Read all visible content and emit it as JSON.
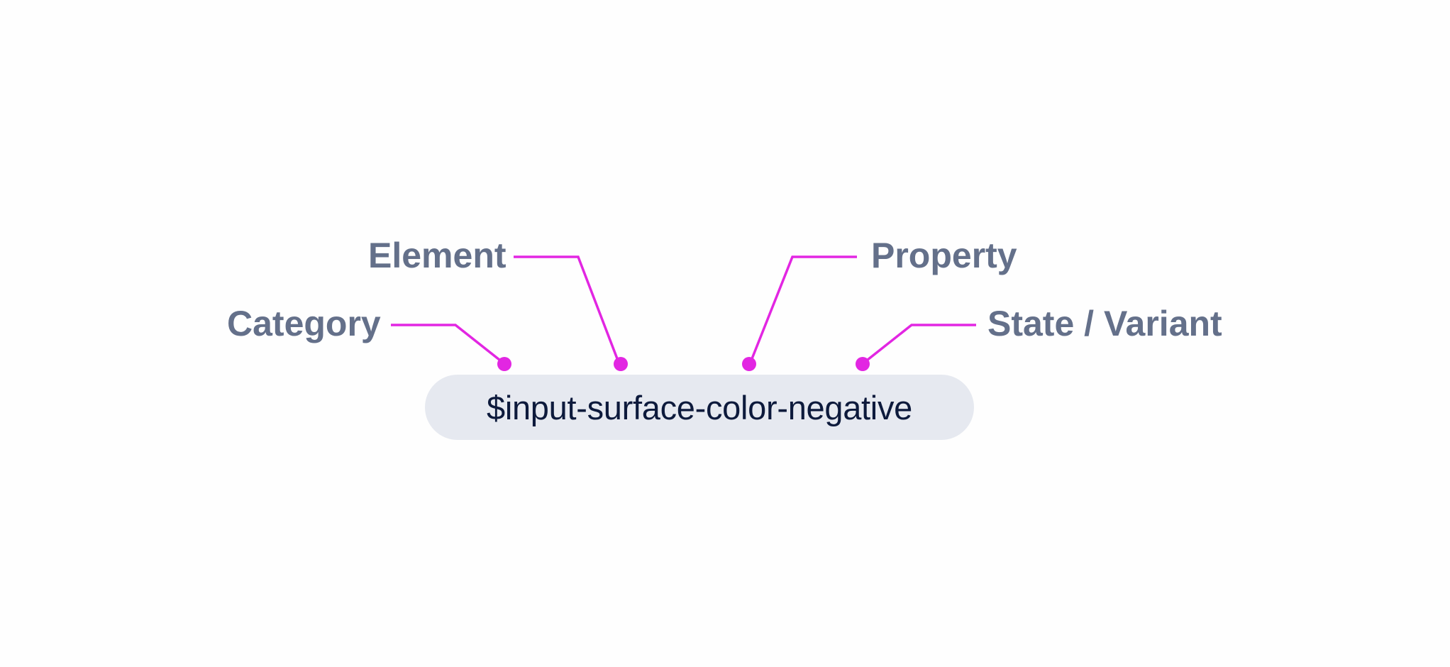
{
  "diagram": {
    "token": "$input-surface-color-negative",
    "labels": {
      "category": "Category",
      "element": "Element",
      "property": "Property",
      "state_variant": "State / Variant"
    }
  },
  "colors": {
    "background": "#fefefe",
    "label_text": "#64708a",
    "token_text": "#0d1a3c",
    "pill_fill": "#e6e9f0",
    "connector": "#e226e2"
  }
}
